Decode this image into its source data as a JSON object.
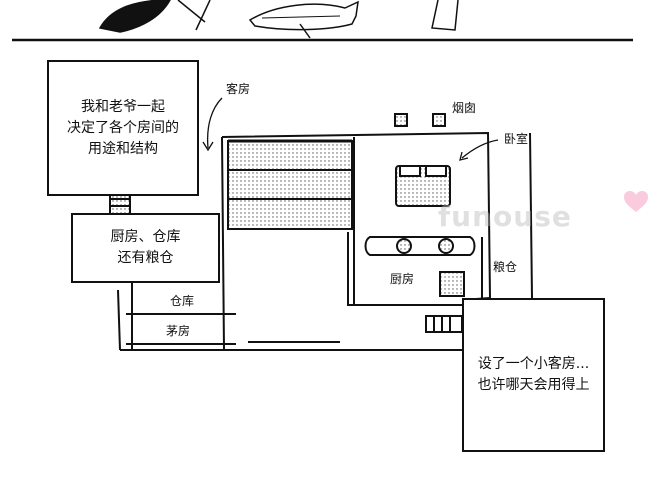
{
  "panel_1": {
    "caption_top_left": [
      "我和老爷一起",
      "决定了各个房间的",
      "用途和结构"
    ],
    "caption_kitchen": [
      "厨房、仓库",
      "还有粮仓"
    ],
    "caption_guest": [
      "设了一个小客房...",
      "也许哪天会用得上"
    ]
  },
  "floor_plan_labels": {
    "guest_room": "客房",
    "chimney": "烟囱",
    "bedroom": "卧室",
    "kitchen": "厨房",
    "granary": "粮仓",
    "warehouse": "仓库",
    "thatched_hut": "茅房"
  },
  "watermark": "funouse"
}
